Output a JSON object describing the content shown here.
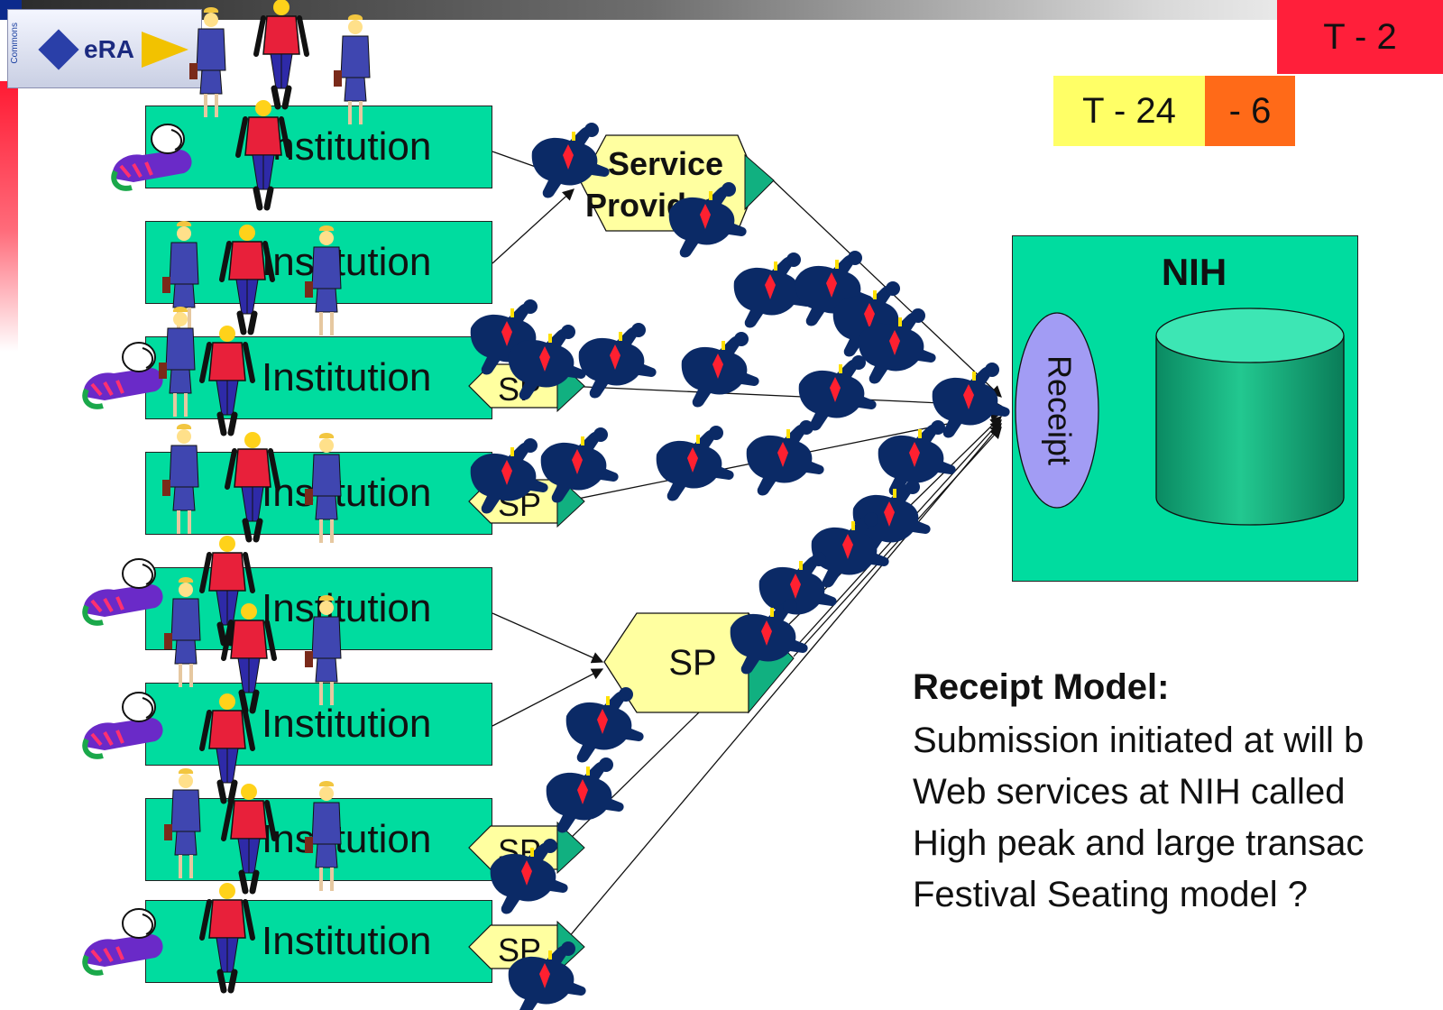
{
  "logo": {
    "brand": "eRA",
    "side_label": "Commons"
  },
  "timers": {
    "t2": "T - 2",
    "t24": "T - 24",
    "t6": "- 6"
  },
  "institutions": [
    {
      "label": "Institution"
    },
    {
      "label": "Institution"
    },
    {
      "label": "Institution"
    },
    {
      "label": "Institution"
    },
    {
      "label": "Institution"
    },
    {
      "label": "Institution"
    },
    {
      "label": "Institution"
    },
    {
      "label": "Institution"
    }
  ],
  "providers": {
    "main": [
      "Service",
      "Provider"
    ],
    "sp_label": "SP"
  },
  "nih": {
    "title": "NIH",
    "receipt": "Receipt"
  },
  "receipt_model": {
    "heading": "Receipt Model:",
    "lines": [
      "Submission initiated at will b",
      "Web services at NIH called",
      "High peak and large transac",
      "Festival Seating model ?"
    ]
  },
  "colors": {
    "box_green": "#00dc9f",
    "provider_yellow": "#ffffa0",
    "receipt_lavender": "#a29cf4",
    "runner_navy": "#0b2a66",
    "t2_red": "#ff1f3a",
    "t24_yellow": "#ffff66",
    "t6_orange": "#ff6a18"
  }
}
